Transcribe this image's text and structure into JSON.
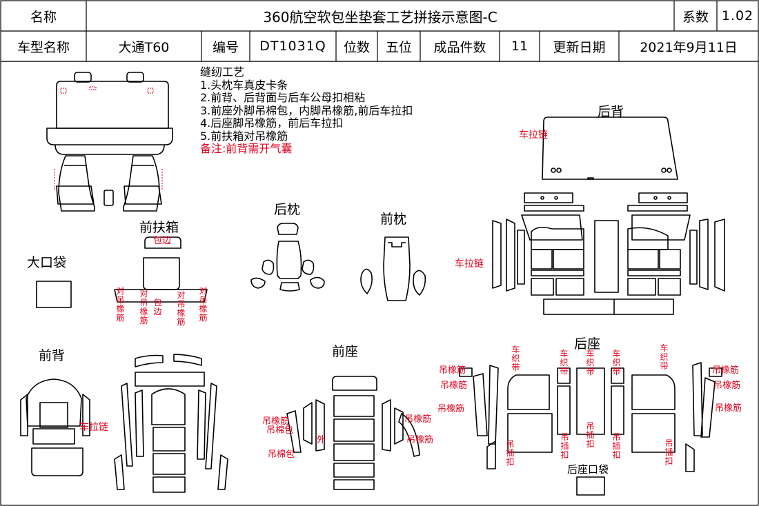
{
  "header": {
    "name_label": "名称",
    "title": "360航空软包坐垫套工艺拼接示意图-C",
    "coef_label": "系数",
    "coef_value": "1.02",
    "model_label": "车型名称",
    "model_value": "大通T60",
    "code_label": "编号",
    "code_value": "DT1031Q",
    "seats_label": "位数",
    "seats_value": "五位",
    "pieces_label": "成品件数",
    "pieces_value": "11",
    "update_label": "更新日期",
    "update_value": "2021年9月11日"
  },
  "notes": {
    "heading": "缝纫工艺",
    "items": [
      "1.头枕车真皮卡条",
      "2.前背、后背面与后车公母扣相粘",
      "3.前座外脚吊棉包，内脚吊橡筋,前后车拉扣",
      "4.后座脚吊橡筋，前后车拉扣",
      "5.前扶箱对吊橡筋"
    ],
    "remark": "备注:前背需开气囊"
  },
  "sections": {
    "rear_back": "后背",
    "rear_headrest": "后枕",
    "front_headrest": "前枕",
    "front_armrest": "前扶箱",
    "big_pocket": "大口袋",
    "front_back": "前背",
    "front_seat": "前座",
    "rear_seat": "后座",
    "rear_seat_pocket": "后座口袋"
  },
  "annotations": {
    "zipper": "车拉链",
    "edging": "包边",
    "pair_elastic": "对吊橡筋",
    "edging_v": "包边",
    "knit_belt": "车织带",
    "elastic": "吊橡筋",
    "cotton_pack": "吊棉包",
    "outer": "外",
    "plug_buckle": "吊插扣"
  },
  "colors": {
    "line": "#000000",
    "annotation": "#e8001c",
    "watermark": "#b04aa8"
  }
}
